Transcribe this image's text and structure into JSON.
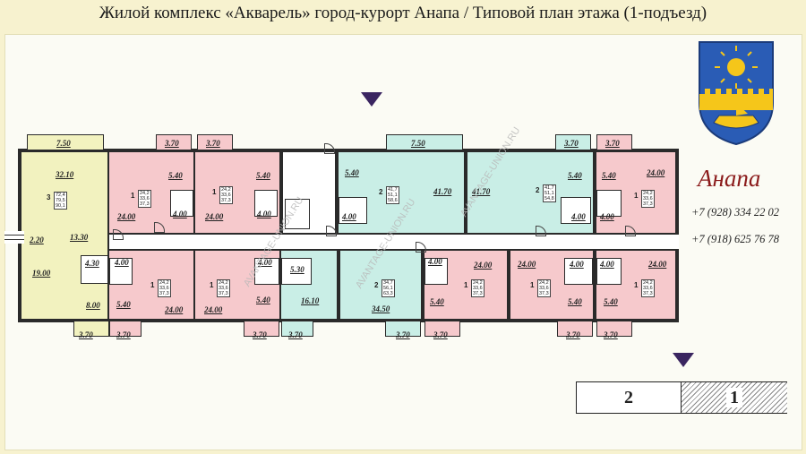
{
  "title": "Жилой комплекс «Акварель» город-курорт Анапа / Типовой план этажа (1-подъезд)",
  "colors": {
    "pink": "#f6c9cc",
    "cyan": "#c9eee6",
    "yellow": "#f2f2bf",
    "brand": "#8b1b1b",
    "arrow": "#3a2560"
  },
  "icons": [
    "coat-of-arms-anapa",
    "entrance-arrow-icon",
    "door-swing-icon"
  ],
  "city": "Анапа",
  "phones": [
    "+7 (928) 334 22 02",
    "+7 (918) 625 76 78"
  ],
  "watermark": "AVANTAGE-UNION.RU",
  "legend": {
    "section_a": "2",
    "section_b": "1"
  },
  "areas": {
    "y_balcony_top": "7.50",
    "y_main": "32.10",
    "y_hall": "13.30",
    "y_small": "2.20",
    "y_kitchen": "19.00",
    "y_bath": "4.30",
    "y_corr": "8.00",
    "y_balcony_bot": "3.70",
    "p1_balc": "3.70",
    "p1_kitchen": "5.40",
    "p1_room": "24.00",
    "p1_bath": "4.00",
    "p2_balc": "3.70",
    "p2_kitchen": "5.40",
    "p2_room": "24.00",
    "p2_bath": "4.00",
    "c1_kitchen": "5.40",
    "c1_bath": "4.00",
    "c1_balc": "7.50",
    "c1_room": "41.70",
    "c2_room": "41.70",
    "c2_balc": "3.70",
    "c2_kitchen": "5.40",
    "c2_bath": "4.00",
    "p3_balc": "3.70",
    "p3_kitchen": "5.40",
    "p3_room": "24.00",
    "p3_bath": "4.00",
    "b1_bath": "4.00",
    "b1_kitchen": "5.40",
    "b1_room": "24.00",
    "b1_balc": "3.70",
    "b2_bath": "4.00",
    "b2_kitchen": "5.40",
    "b2_room": "24.00",
    "b2_balc": "3.70",
    "b3_bath": "5.30",
    "b3_room": "16.10",
    "b3_balc": "3.70",
    "b4_room": "34.50",
    "b4_balc": "3.70",
    "b5_bath": "4.00",
    "b5_room": "24.00",
    "b5_kitchen": "5.40",
    "b5_balc": "3.70",
    "b6_room": "24.00",
    "b6_bath": "4.00",
    "b6_kitchen": "5.40",
    "b6_balc": "3.70",
    "b7_bath": "4.00",
    "b7_room": "24.00",
    "b7_kitchen": "5.40",
    "b7_balc": "3.70"
  },
  "apartments": [
    {
      "rooms": "3",
      "v": [
        "72,4",
        "79,5",
        "90,1"
      ]
    },
    {
      "rooms": "1",
      "v": [
        "24,2",
        "33,6",
        "37,3"
      ]
    },
    {
      "rooms": "1",
      "v": [
        "24,2",
        "33,6",
        "37,3"
      ]
    },
    {
      "rooms": "2",
      "v": [
        "41,7",
        "51,1",
        "58,6"
      ]
    },
    {
      "rooms": "2",
      "v": [
        "41,7",
        "51,1",
        "54,8"
      ]
    },
    {
      "rooms": "1",
      "v": [
        "24,2",
        "33,6",
        "37,3"
      ]
    },
    {
      "rooms": "1",
      "v": [
        "24,2",
        "33,6",
        "37,3"
      ]
    },
    {
      "rooms": "1",
      "v": [
        "24,2",
        "33,6",
        "37,3"
      ]
    },
    {
      "rooms": "2",
      "v": [
        "34,7",
        "56,1",
        "63,3"
      ]
    },
    {
      "rooms": "1",
      "v": [
        "24,2",
        "33,6",
        "37,3"
      ]
    },
    {
      "rooms": "1",
      "v": [
        "24,2",
        "33,6",
        "37,3"
      ]
    },
    {
      "rooms": "1",
      "v": [
        "24,2",
        "33,6",
        "37,3"
      ]
    }
  ]
}
